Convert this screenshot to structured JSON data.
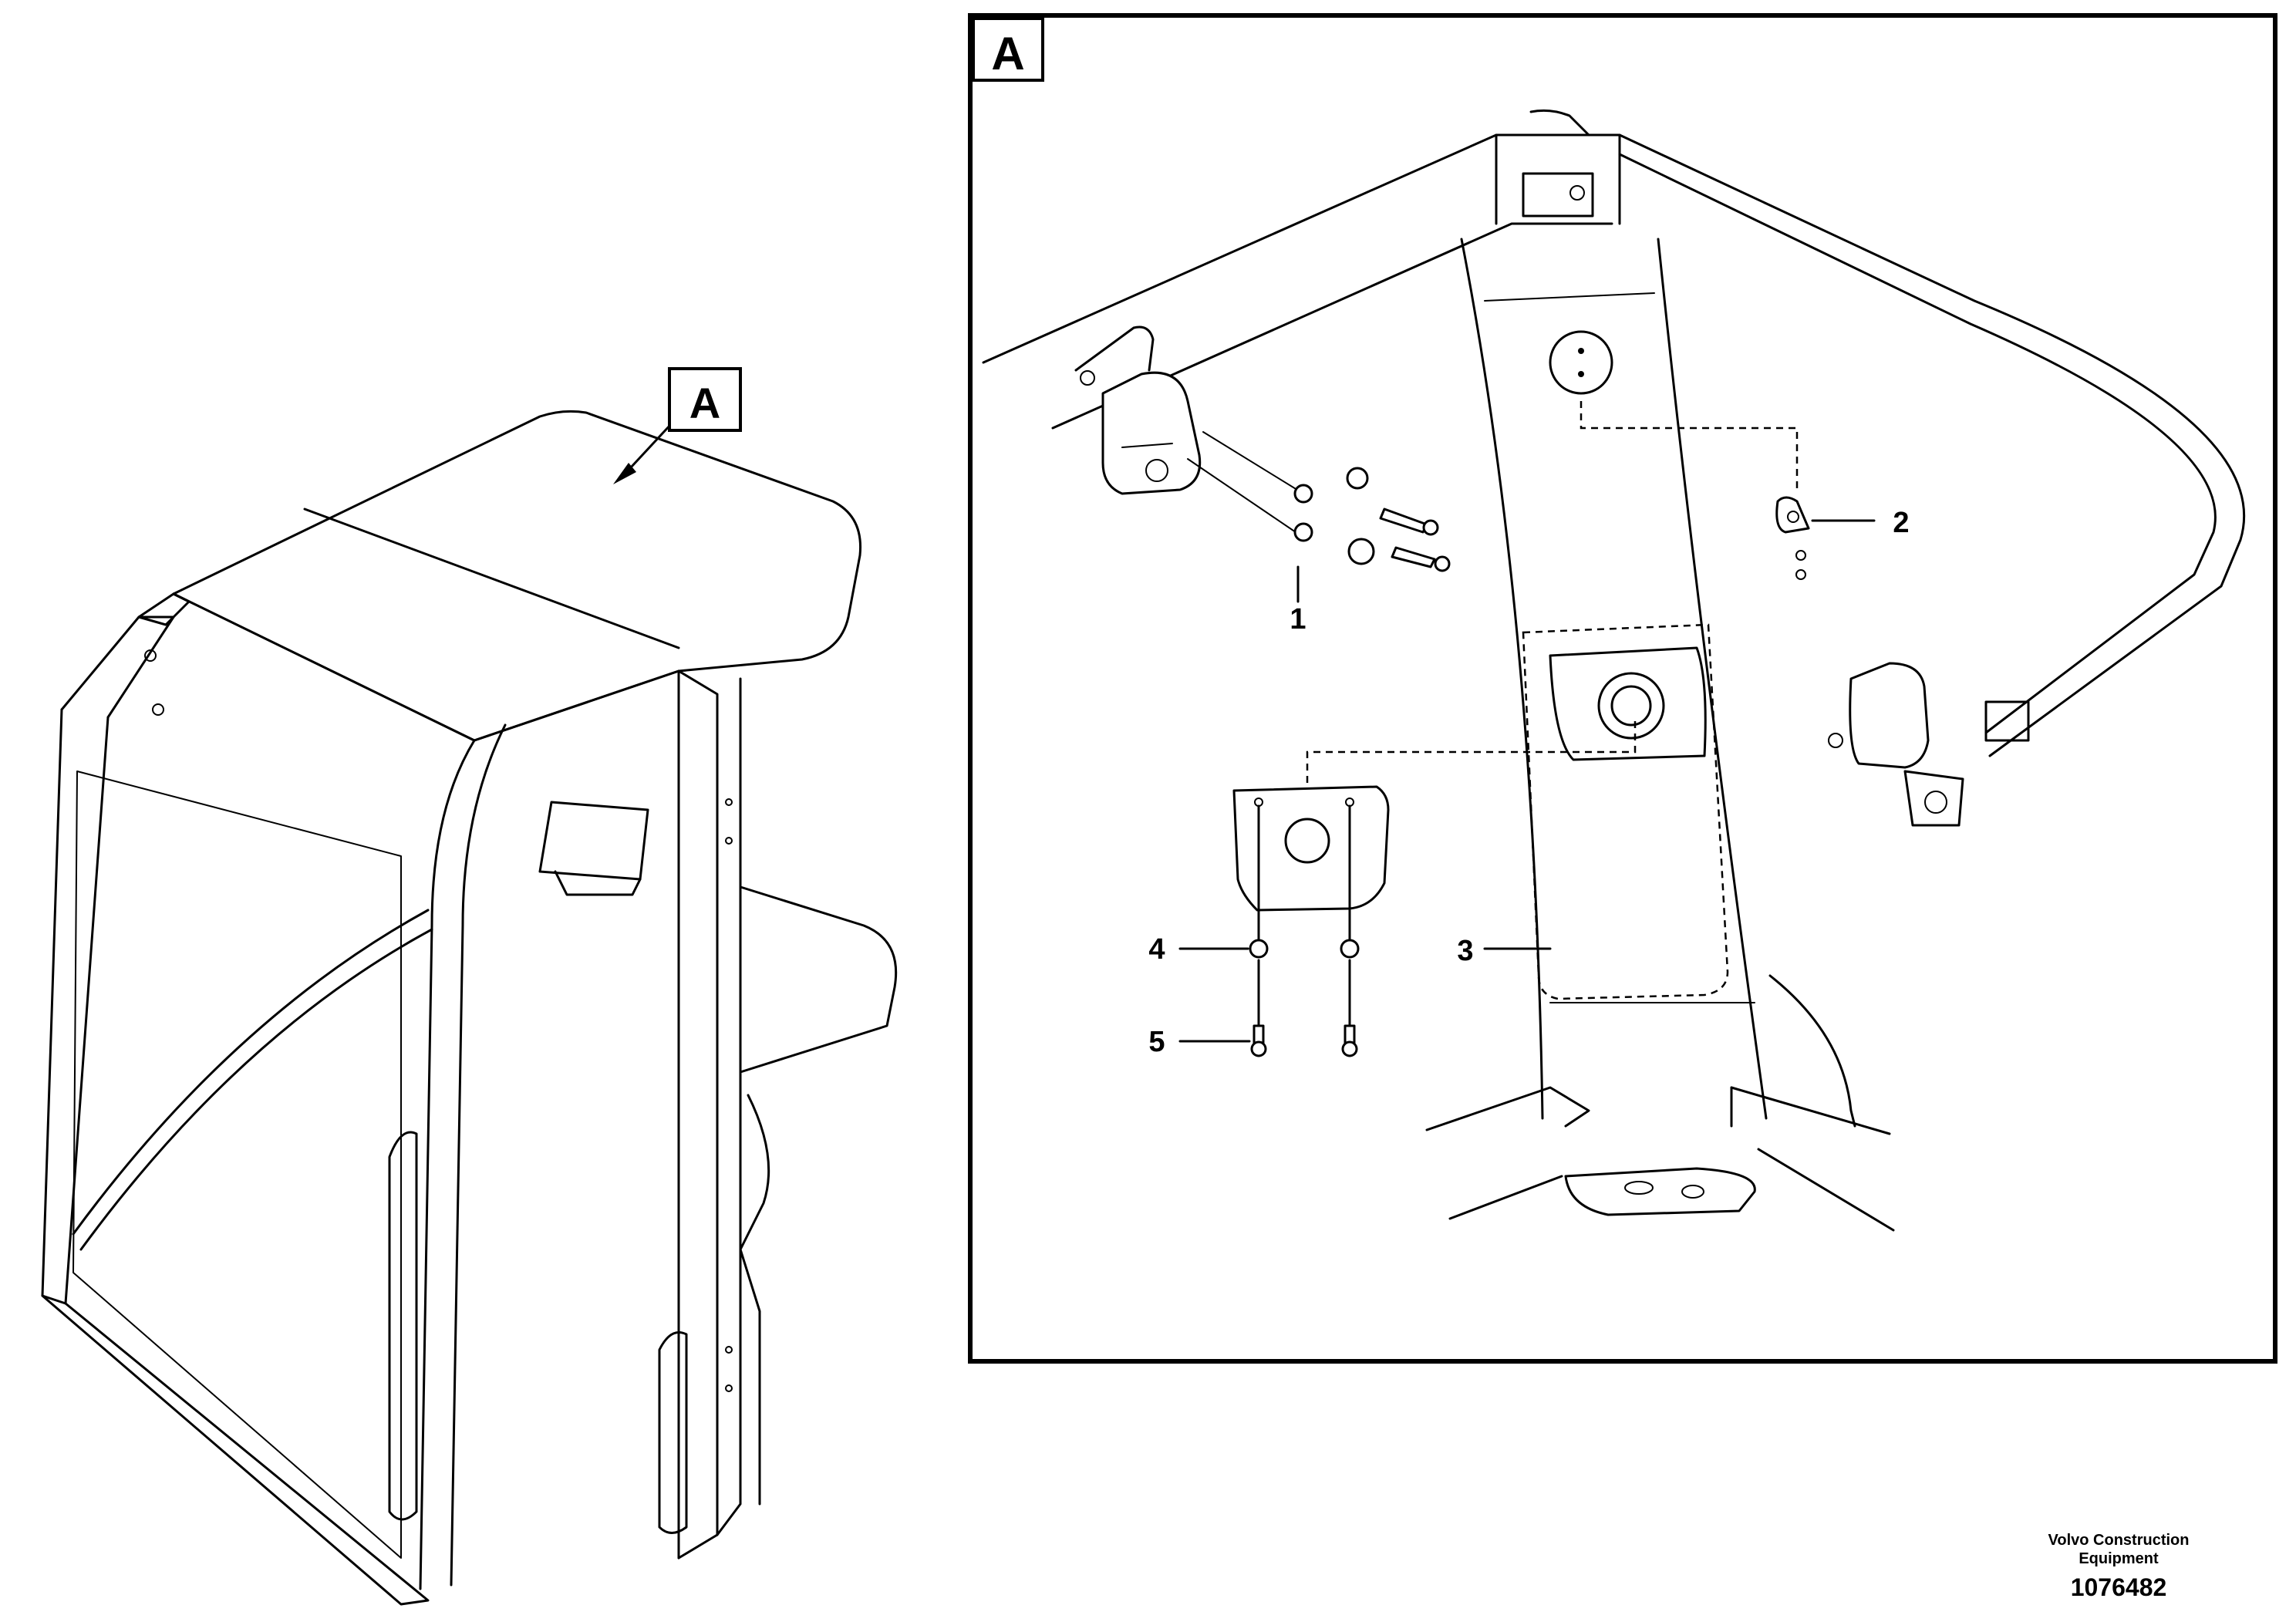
{
  "diagram": {
    "overview_callout": "A",
    "detail_title": "A",
    "callouts": [
      "1",
      "2",
      "3",
      "4",
      "5"
    ],
    "footer": {
      "company_line1": "Volvo Construction",
      "company_line2": "Equipment",
      "doc_number": "1076482"
    }
  }
}
